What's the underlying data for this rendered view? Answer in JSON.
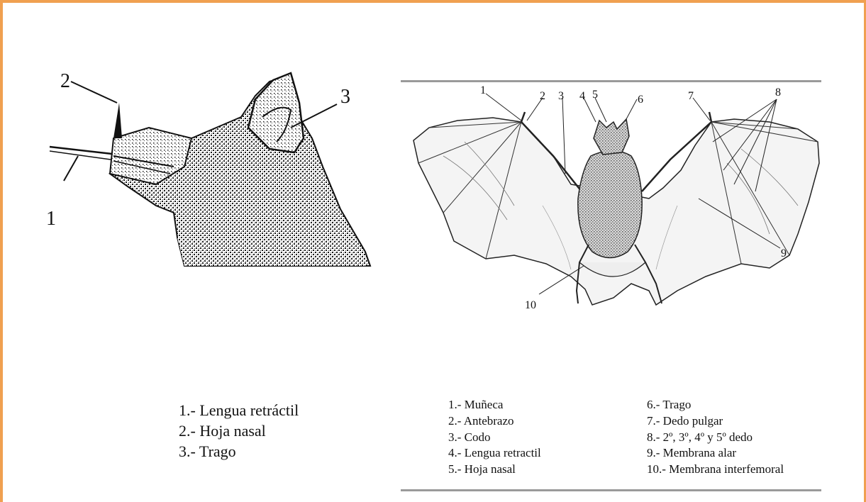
{
  "head_diagram": {
    "callouts": [
      "1",
      "2",
      "3"
    ],
    "legend": [
      "1.- Lengua retráctil",
      "2.- Hoja nasal",
      "3.- Trago"
    ]
  },
  "bat_diagram": {
    "callouts": [
      "1",
      "2",
      "3",
      "4",
      "5",
      "6",
      "7",
      "8",
      "9",
      "10"
    ],
    "legend_col1": [
      "1.- Muñeca",
      "2.- Antebrazo",
      "3.- Codo",
      "4.- Lengua retractil",
      "5.- Hoja nasal"
    ],
    "legend_col2": [
      "6.- Trago",
      "7.- Dedo pulgar",
      "8.- 2º, 3º, 4º y 5º dedo",
      "9.- Membrana alar",
      "10.- Membrana interfemoral"
    ]
  },
  "colors": {
    "frame": "#f0a050",
    "ink": "#111111",
    "rule": "#9a9a9a"
  }
}
